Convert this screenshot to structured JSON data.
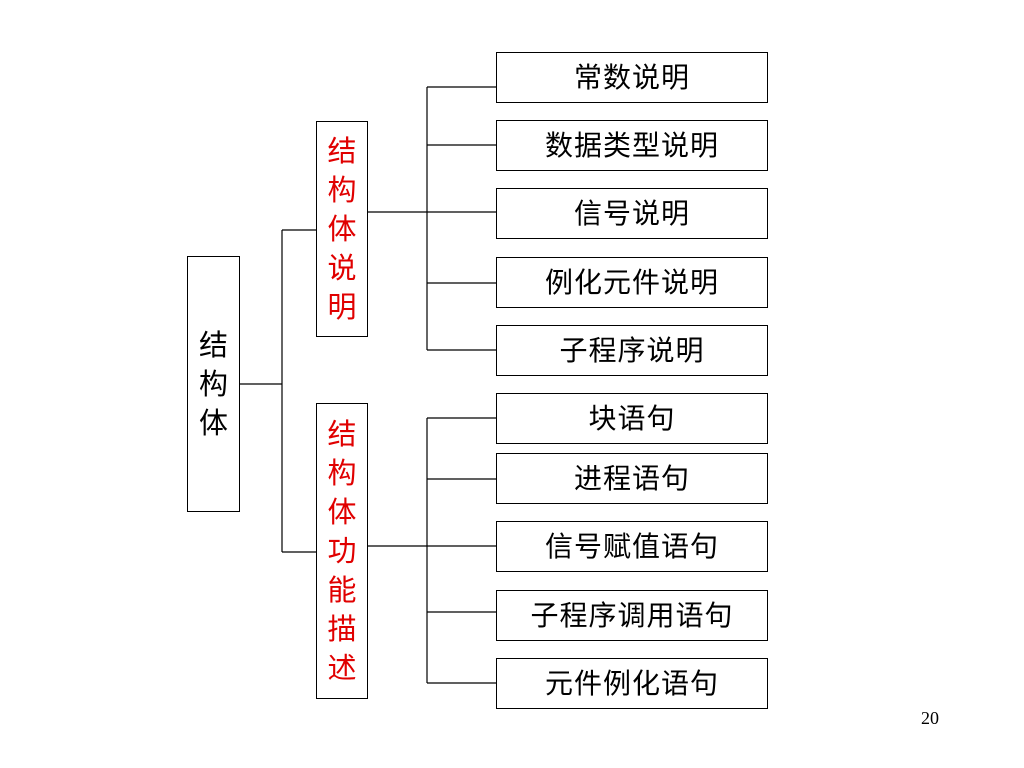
{
  "colors": {
    "line": "#000000",
    "root_text": "#000000",
    "branch_text": "#e00000",
    "leaf_text": "#000000"
  },
  "root": {
    "label": "结构体"
  },
  "branches": [
    {
      "label": "结构体说明",
      "children": [
        "常数说明",
        "数据类型说明",
        "信号说明",
        "例化元件说明",
        "子程序说明"
      ]
    },
    {
      "label": "结构体功能描述",
      "children": [
        "块语句",
        "进程语句",
        "信号赋值语句",
        "子程序调用语句",
        "元件例化语句"
      ]
    }
  ],
  "page_number": "20"
}
